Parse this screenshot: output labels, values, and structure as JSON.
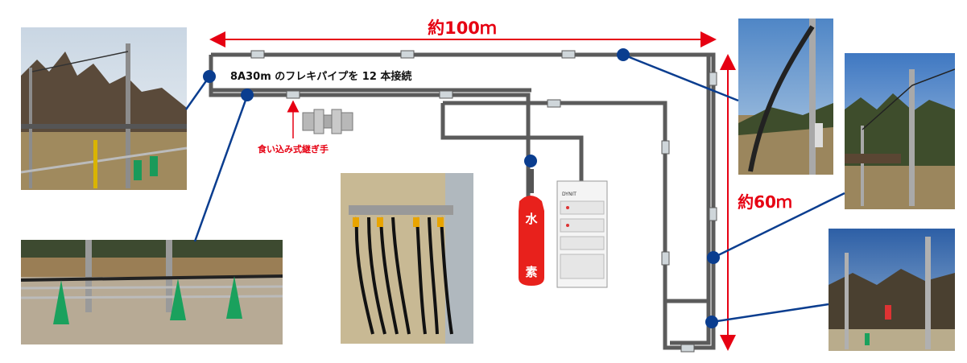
{
  "labels": {
    "width_dimension": "約100ｍ",
    "height_dimension": "約60ｍ",
    "pipe_note": "8A30m のフレキパイプを 12 本接続",
    "fitting_note": "食い込み式継ぎ手",
    "cylinder_char_1": "水",
    "cylinder_char_2": "素",
    "cabinet_brand": "DYNIT"
  },
  "photos": [
    {
      "id": "photo-top-left",
      "subject": "field with utility poles and cable"
    },
    {
      "id": "photo-bottom-left",
      "subject": "green pipe supports on gravel"
    },
    {
      "id": "photo-center",
      "subject": "enclosure with hoses connected"
    },
    {
      "id": "photo-right-1",
      "subject": "utility pole with cable bundle"
    },
    {
      "id": "photo-right-2",
      "subject": "utility poles near forest"
    },
    {
      "id": "photo-right-3",
      "subject": "pole site with sign"
    }
  ],
  "colors": {
    "dimension": "#e60012",
    "pipe": "#5b5b5b",
    "callout": "#0a3d8f",
    "cylinder": "#e8211c"
  }
}
